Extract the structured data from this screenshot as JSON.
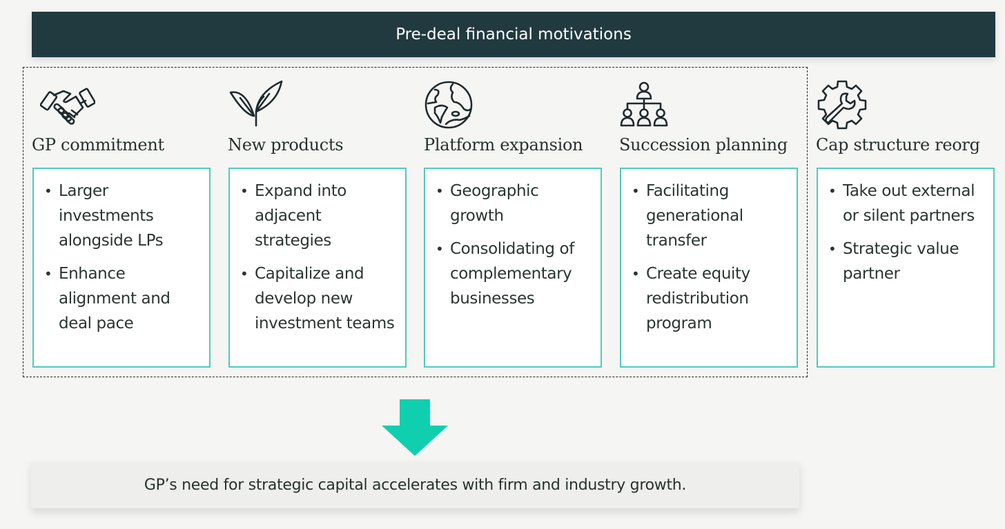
{
  "header": {
    "title": "Pre-deal financial motivations"
  },
  "columns": [
    {
      "title": "GP commitment",
      "icon": "handshake-icon",
      "bullets": [
        "Larger investments alongside LPs",
        "Enhance alignment and deal pace"
      ]
    },
    {
      "title": "New products",
      "icon": "sprout-icon",
      "bullets": [
        "Expand into adjacent strategies",
        "Capitalize and develop new investment teams"
      ]
    },
    {
      "title": "Platform expansion",
      "icon": "globe-icon",
      "bullets": [
        "Geographic growth",
        "Consolidating of complementary businesses"
      ]
    },
    {
      "title": "Succession planning",
      "icon": "org-chart-icon",
      "bullets": [
        "Facilitating generational transfer",
        "Create equity redistribution program"
      ]
    },
    {
      "title": "Cap structure reorg",
      "icon": "gear-wrench-icon",
      "bullets": [
        "Take out external or silent partners",
        "Strategic value partner"
      ]
    }
  ],
  "arrow": {
    "icon": "arrow-down-icon",
    "color": "#0fcfae"
  },
  "footer": {
    "text": "GP’s need for strategic capital accelerates with firm and industry growth."
  },
  "colors": {
    "header_bg": "#213a40",
    "card_border": "#4fcac0",
    "background": "#f5f5f3"
  }
}
